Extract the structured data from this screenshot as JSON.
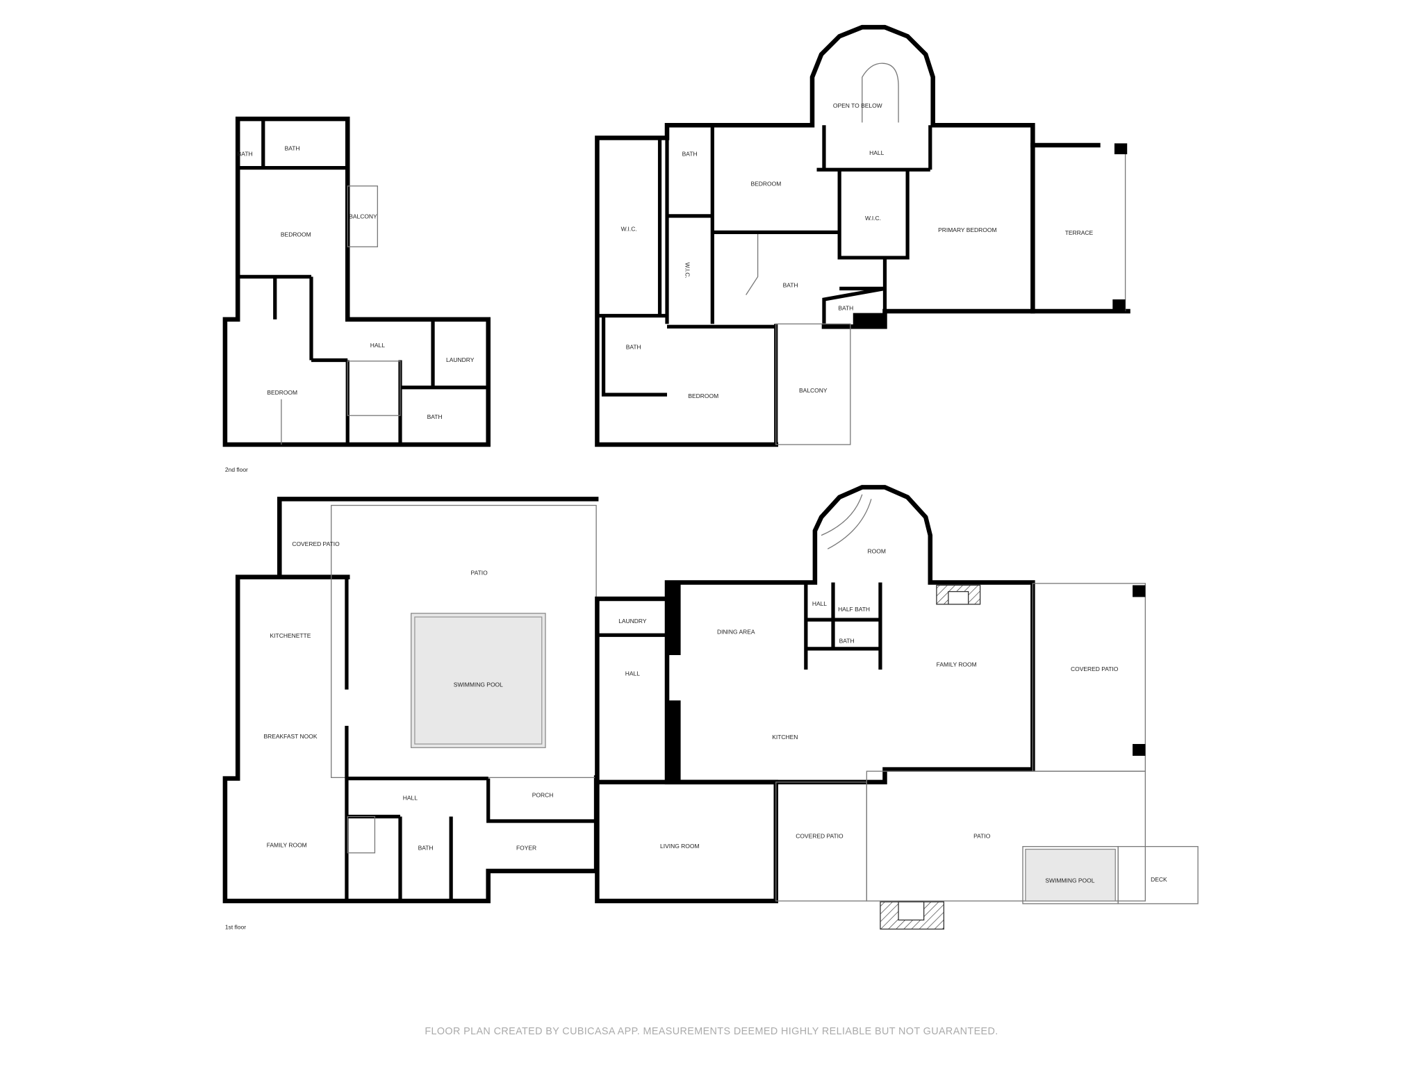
{
  "floors": {
    "second": {
      "label": "2nd floor",
      "rooms": [
        "BATH",
        "BATH",
        "BEDROOM",
        "BALCONY",
        "HALL",
        "LAUNDRY",
        "BEDROOM",
        "BATH",
        "OPEN TO BELOW",
        "HALL",
        "BATH",
        "BEDROOM",
        "W.I.C.",
        "W.I.C.",
        "PRIMARY BEDROOM",
        "TERRACE",
        "W.I.C.",
        "BATH",
        "BATH",
        "BATH",
        "BEDROOM",
        "BALCONY"
      ]
    },
    "first": {
      "label": "1st floor",
      "rooms": [
        "COVERED PATIO",
        "PATIO",
        "SWIMMING POOL",
        "KITCHENETTE",
        "BREAKFAST NOOK",
        "HALL",
        "PORCH",
        "FAMILY ROOM",
        "BATH",
        "FOYER",
        "ROOM",
        "LAUNDRY",
        "DINING AREA",
        "HALL",
        "HALF BATH",
        "BATH",
        "FAMILY ROOM",
        "COVERED PATIO",
        "HALL",
        "KITCHEN",
        "LIVING ROOM",
        "COVERED PATIO",
        "PATIO",
        "SWIMMING POOL",
        "DECK"
      ]
    }
  },
  "footer": "FLOOR PLAN CREATED BY CUBICASA APP. MEASUREMENTS DEEMED HIGHLY RELIABLE BUT NOT GUARANTEED.",
  "colors": {
    "walls": "#000000",
    "pool": "#e8e8e8",
    "footer": "#aaaaaa"
  }
}
